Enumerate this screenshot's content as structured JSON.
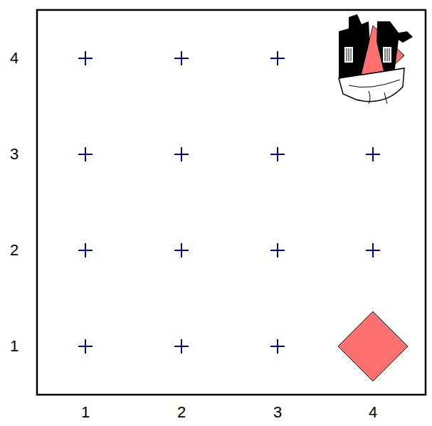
{
  "diagram": {
    "labels": [
      "4",
      "3",
      "2",
      "1",
      "1",
      "2",
      "3",
      "4"
    ]
  }
}
